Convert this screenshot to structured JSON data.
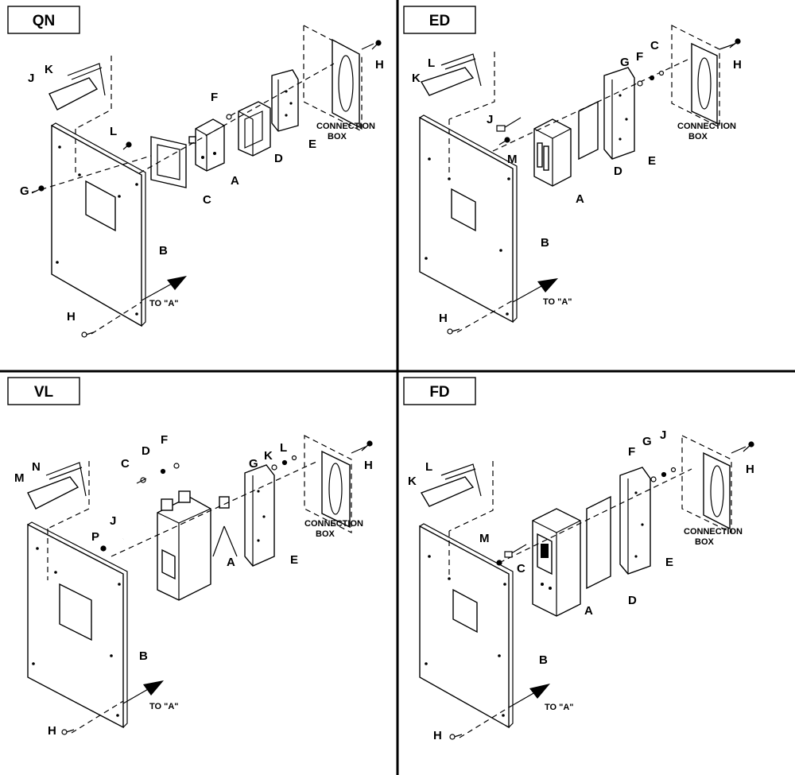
{
  "panels": [
    {
      "title": "QN",
      "connection_box": [
        "CONNECTION",
        "BOX"
      ],
      "to_a": "TO \"A\"",
      "parts": [
        "A",
        "B",
        "C",
        "D",
        "E",
        "F",
        "G",
        "H",
        "H",
        "J",
        "K",
        "L"
      ]
    },
    {
      "title": "ED",
      "connection_box": [
        "CONNECTION",
        "BOX"
      ],
      "to_a": "TO \"A\"",
      "parts": [
        "A",
        "B",
        "C",
        "D",
        "E",
        "F",
        "G",
        "H",
        "H",
        "J",
        "K",
        "L",
        "M"
      ]
    },
    {
      "title": "VL",
      "connection_box": [
        "CONNECTION",
        "BOX"
      ],
      "to_a": "TO \"A\"",
      "parts": [
        "A",
        "B",
        "C",
        "D",
        "E",
        "F",
        "G",
        "H",
        "H",
        "J",
        "K",
        "L",
        "M",
        "N",
        "P"
      ]
    },
    {
      "title": "FD",
      "connection_box": [
        "CONNECTION",
        "BOX"
      ],
      "to_a": "TO \"A\"",
      "parts": [
        "A",
        "B",
        "C",
        "D",
        "E",
        "F",
        "G",
        "H",
        "H",
        "J",
        "K",
        "L",
        "M"
      ]
    }
  ]
}
